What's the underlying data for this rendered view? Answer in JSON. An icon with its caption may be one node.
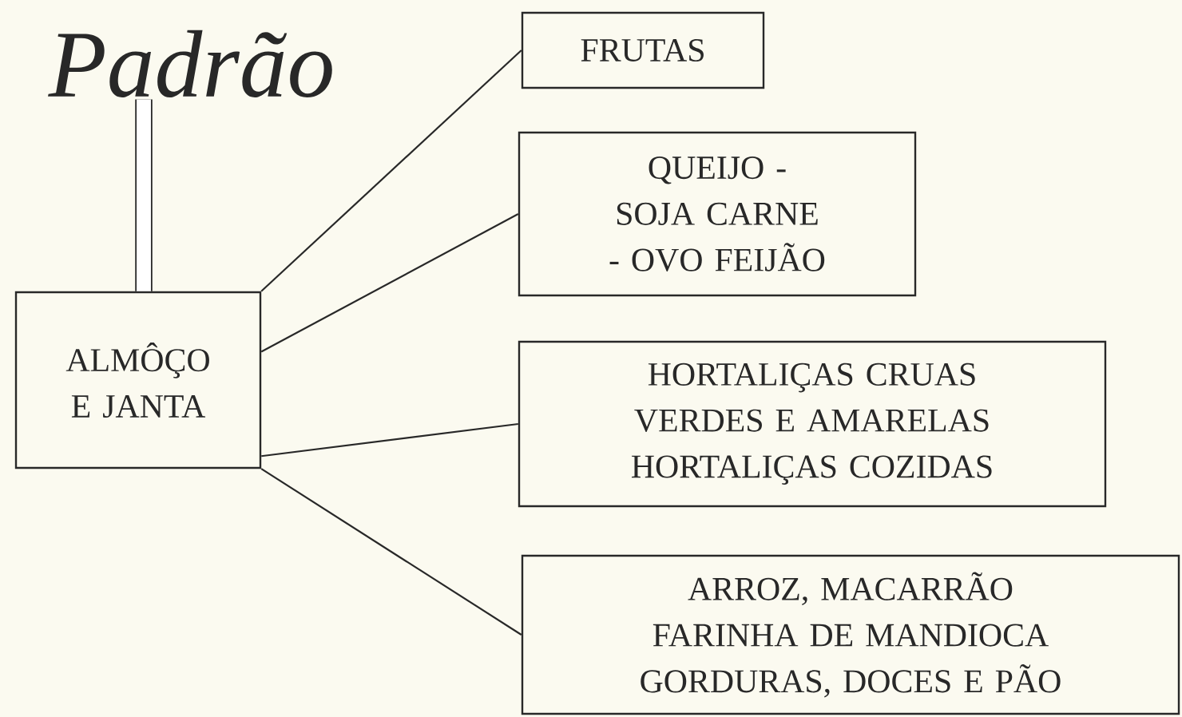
{
  "diagram": {
    "nodes": [
      {
        "text": [
          "Padrão"
        ]
      },
      {
        "text": [
          "ALMÔÇO E JANTA"
        ]
      },
      {
        "text": [
          "FRUTAS"
        ]
      },
      {
        "text": [
          "QUEIJO - SOJA CARNE - OVO FEIJÃO"
        ]
      },
      {
        "text": [
          "HORTALIÇAS CRUAS VERDES E AMARELAS HORTALIÇAS COZIDAS"
        ]
      },
      {
        "text": [
          "ARROZ, MACARRÃO FARINHA DE MANDIOCA GORDURAS, DOCES E PÃO"
        ]
      }
    ],
    "edges": [
      {
        "from": 0,
        "to": 1,
        "arrow": "none",
        "style": "thick"
      },
      {
        "from": 1,
        "to": 2,
        "arrow": "none"
      },
      {
        "from": 1,
        "to": 3,
        "arrow": "none"
      },
      {
        "from": 1,
        "to": 4,
        "arrow": "none"
      },
      {
        "from": 1,
        "to": 5,
        "arrow": "none"
      }
    ]
  }
}
